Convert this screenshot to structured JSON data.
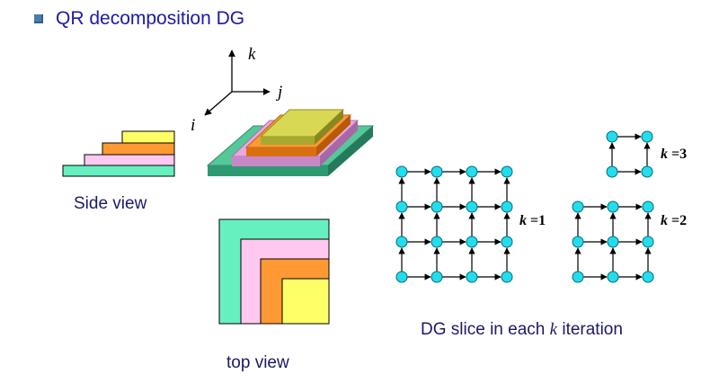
{
  "header": {
    "title": "QR decomposition DG"
  },
  "axes": {
    "k": "k",
    "j": "j",
    "i": "i"
  },
  "labels": {
    "side_view": "Side view",
    "top_view": "top view",
    "caption_prefix": "DG slice in each ",
    "caption_var": "k",
    "caption_suffix": " iteration"
  },
  "slices": [
    {
      "k_var": "k",
      "k_eq": " =1",
      "value": 1
    },
    {
      "k_var": "k",
      "k_eq": " =2",
      "value": 2
    },
    {
      "k_var": "k",
      "k_eq": " =3",
      "value": 3
    }
  ],
  "colors": {
    "green": "#66f0c0",
    "pink": "#ffc8f0",
    "orange": "#ff9933",
    "yellow": "#ffff66",
    "node": "#22ddee",
    "title": "#1a1aa8"
  }
}
